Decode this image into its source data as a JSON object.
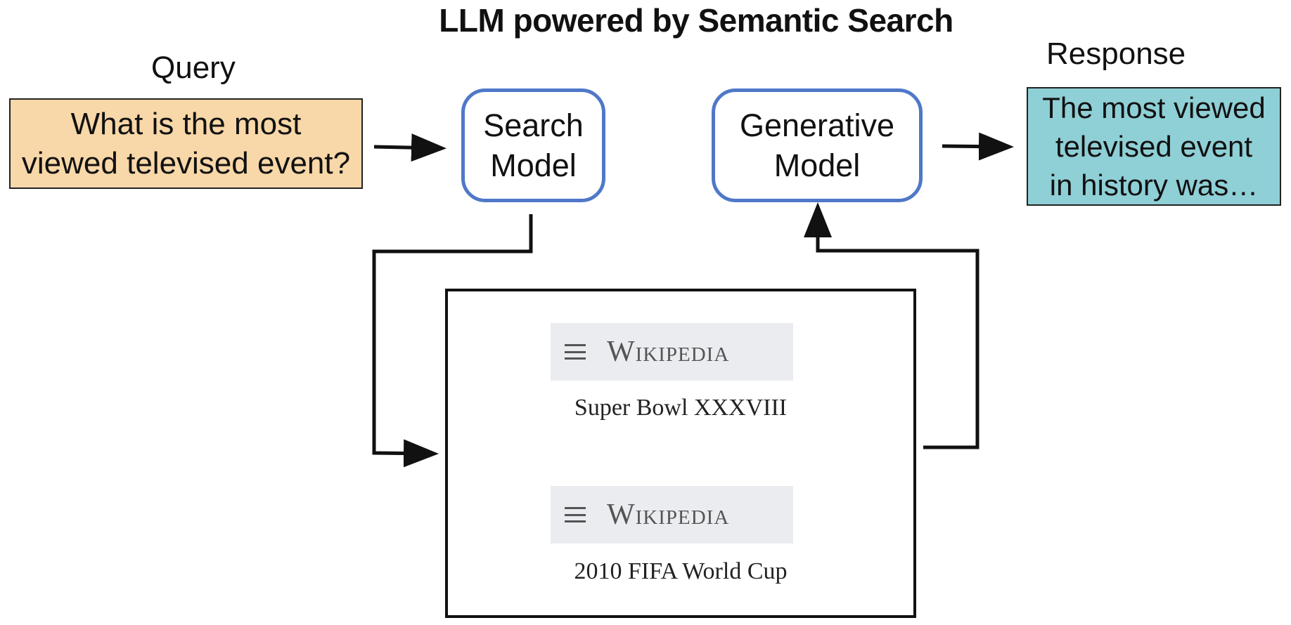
{
  "title": "LLM powered by Semantic Search",
  "query": {
    "label": "Query",
    "text_line1": "What is the most",
    "text_line2": "viewed televised event?",
    "color": "#f8d7a8"
  },
  "search_model": {
    "line1": "Search",
    "line2": "Model",
    "border_color": "#4f78c8"
  },
  "generative_model": {
    "line1": "Generative",
    "line2": "Model",
    "border_color": "#4f78c8"
  },
  "response": {
    "label": "Response",
    "line1": "The most viewed",
    "line2": "televised event",
    "line3": "in history was…",
    "color": "#8fcfd6"
  },
  "results": {
    "items": [
      {
        "source": "Wikipedia",
        "title": "Super Bowl XXXVIII",
        "icon": "menu-icon"
      },
      {
        "source": "Wikipedia",
        "title": "2010 FIFA World Cup",
        "icon": "menu-icon"
      }
    ]
  }
}
